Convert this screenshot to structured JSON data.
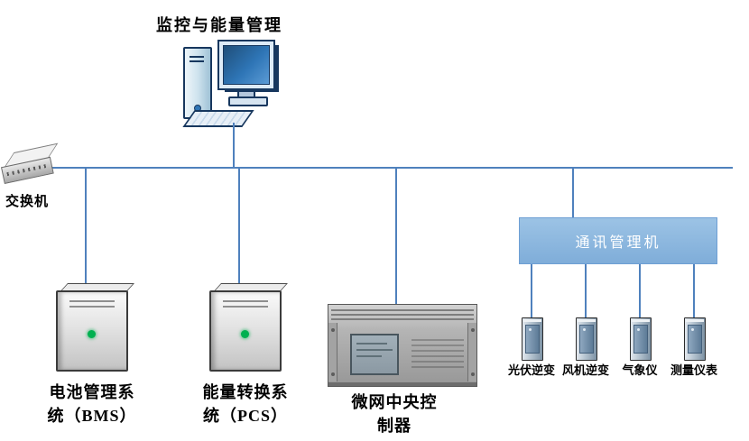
{
  "diagram": {
    "title": "监控与能量管理",
    "switch": {
      "label": "交换机"
    },
    "comm_manager": {
      "label": "通讯管理机"
    },
    "bms": {
      "label_line1": "电池管理系",
      "label_line2": "统（BMS）"
    },
    "pcs": {
      "label_line1": "能量转换系",
      "label_line2": "统（PCS）"
    },
    "controller": {
      "label_line1": "微网中央控",
      "label_line2": "制器"
    },
    "devices": [
      {
        "label": "光伏逆变"
      },
      {
        "label": "风机逆变"
      },
      {
        "label": "气象仪"
      },
      {
        "label": "测量仪表"
      }
    ],
    "colors": {
      "connector_line": "#4f81bd",
      "comm_box_fill_top": "#9cc3e5",
      "comm_box_fill_bottom": "#7fadd9",
      "comm_box_text": "#ffffff",
      "led": "#00b050"
    }
  }
}
